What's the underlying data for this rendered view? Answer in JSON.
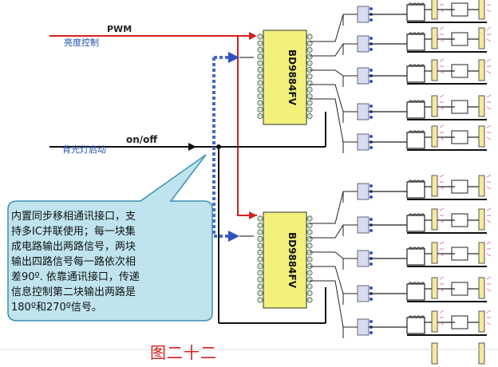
{
  "labels": {
    "brightness_control": "亮度控制",
    "pwm": "PWM",
    "backlight_start": "背光灯启动",
    "on_off": "on/off"
  },
  "chips": [
    {
      "name": "BD9884FV"
    },
    {
      "name": "BD9884FV"
    }
  ],
  "callout": {
    "lines": [
      "内置同步移相通讯接口，支",
      "持多IC并联使用；每一块集",
      "成电路输出两路信号，两块",
      "输出四路信号每一路依次相",
      "差90º. 依靠通讯接口，传递",
      "信息控制第二块输出两路是",
      "180º和270º信号。"
    ]
  },
  "caption": "图二十二",
  "colors": {
    "pwm_line": "#d42020",
    "sync_line": "#4a66c8",
    "chip_fill": "#f2f27a",
    "callout_fill": "#bfe4ee",
    "caption": "#d42020"
  }
}
